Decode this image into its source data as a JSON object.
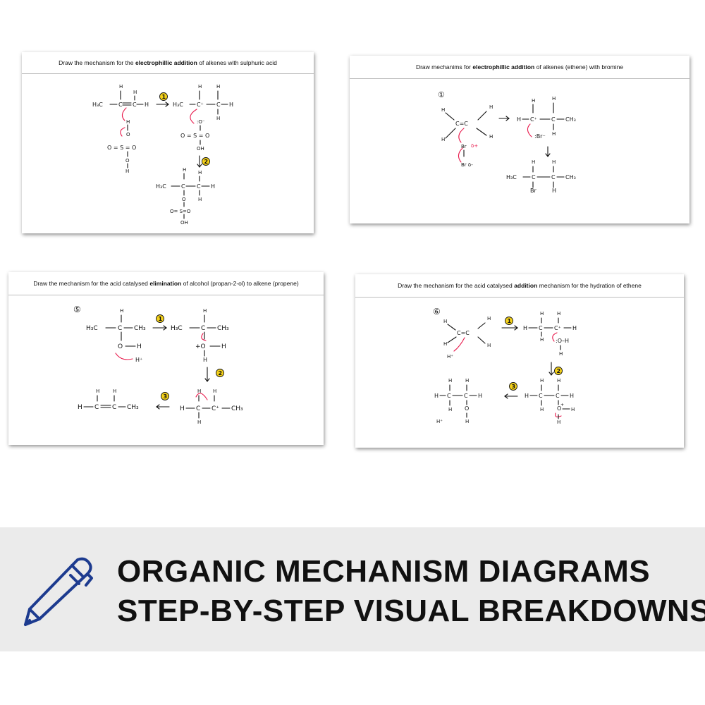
{
  "cards": [
    {
      "title_pre": "Draw the mechanism for the ",
      "title_bold": "electrophillic addition",
      "title_post": " of alkenes with sulphuric acid"
    },
    {
      "title_pre": "Draw mechanims for ",
      "title_bold": "electrophillic addition",
      "title_post": " of alkenes (ethene) with bromine"
    },
    {
      "title_pre": "Draw the mechanism for the acid catalysed ",
      "title_bold": "elimination",
      "title_post": " of alcohol (propan-2-ol) to alkene (propene)"
    },
    {
      "title_pre": "Draw the mechanism for the acid catalysed ",
      "title_bold": "addition",
      "title_post": " mechanism for the hydration of ethene"
    }
  ],
  "diagram_labels": {
    "mech_number_bromine": "①",
    "mech_number_elimination": "⑤",
    "mech_number_hydration": "⑥",
    "step1": "1",
    "step2": "2",
    "step3": "3",
    "h3c": "H₃C",
    "ch3": "CH₃",
    "h": "H",
    "c": "C",
    "o": "O",
    "oh": "OH",
    "s": "S",
    "br": "Br",
    "br_minus": ":Br⁻",
    "br_delta_plus": "Br δ+",
    "br_delta_minus": "Br δ-",
    "h_plus": "H⁺",
    "o_minus": ":O⁻",
    "o_plus": "+O",
    "oh_lone": ":O–H",
    "c_plus": "C⁺"
  },
  "banner": {
    "line1": "ORGANIC MECHANISM DIAGRAMS",
    "line2": "STEP-BY-STEP VISUAL BREAKDOWNS",
    "accent": "#1d3b8f",
    "background": "#ebebeb",
    "icon": "pen-icon"
  },
  "colors": {
    "arrow": "#e8174a",
    "step_badge": "#f5d21a"
  }
}
